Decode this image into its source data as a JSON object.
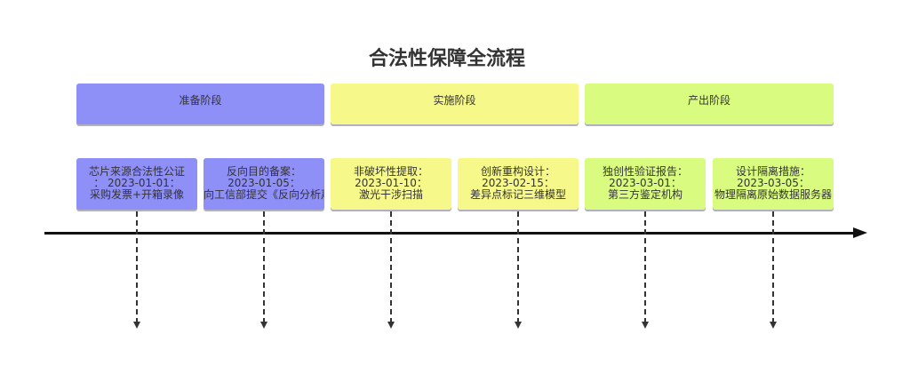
{
  "title": "合法性保障全流程",
  "sections": [
    {
      "label": "准备阶段",
      "color": "#8f8ff8"
    },
    {
      "label": "实施阶段",
      "color": "#f7f88a"
    },
    {
      "label": "产出阶段",
      "color": "#d9fb80"
    }
  ],
  "events": [
    {
      "line1": "芯片来源合法性公证",
      "line2": "：  2023-01-01：",
      "line3": "采购发票+开箱录像"
    },
    {
      "line1": "反向目的备案：",
      "line2": "2023-01-05：",
      "line3": "向工信部提交《反向分析声明"
    },
    {
      "line1": "非破坏性提取：",
      "line2": "2023-01-10：",
      "line3": "激光干涉扫描"
    },
    {
      "line1": "创新重构设计：",
      "line2": "2023-02-15：",
      "line3": "差异点标记三维模型"
    },
    {
      "line1": "独创性验证报告：",
      "line2": "2023-03-01：",
      "line3": "第三方鉴定机构"
    },
    {
      "line1": "设计隔离措施：",
      "line2": "2023-03-05：",
      "line3": "物理隔离原始数据服务器"
    }
  ]
}
